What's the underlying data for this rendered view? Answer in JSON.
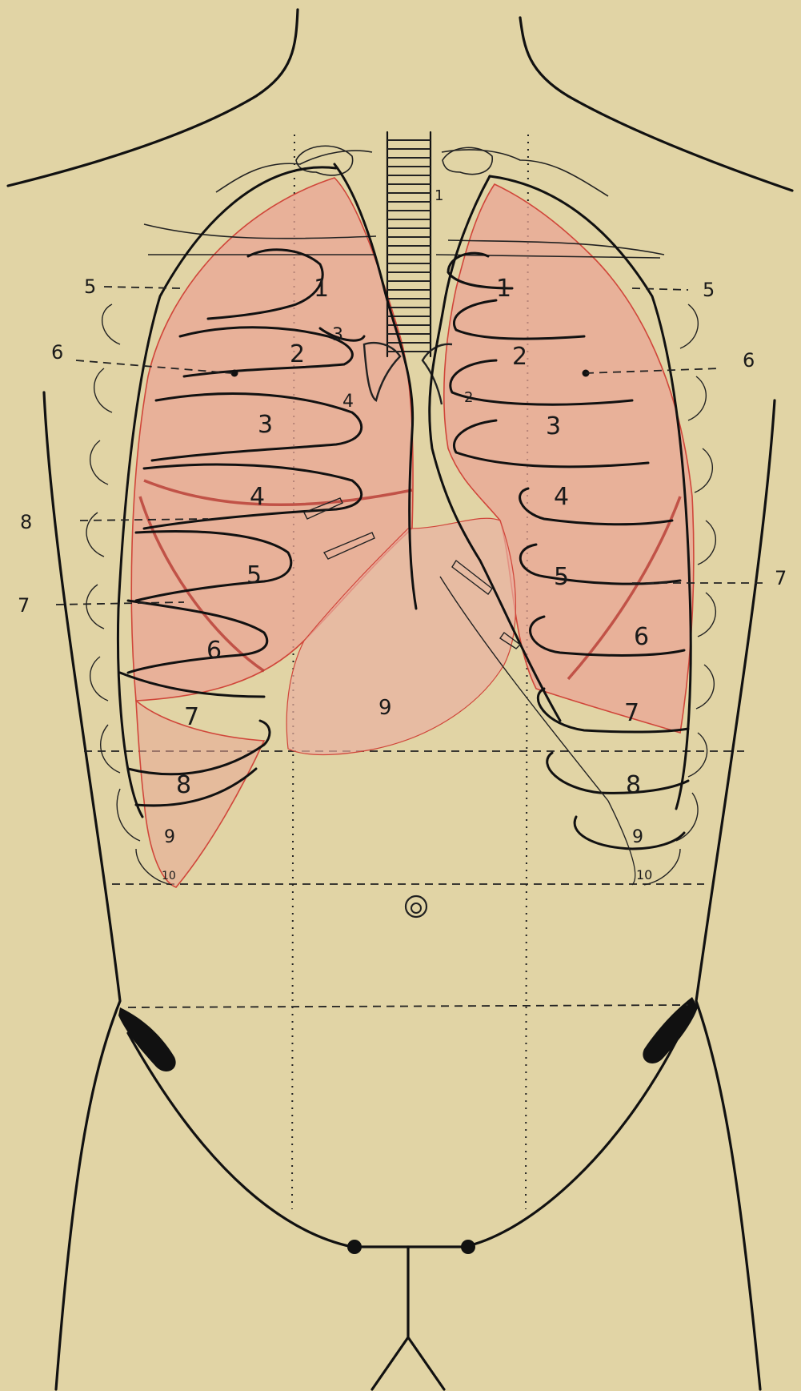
{
  "figure": {
    "colors": {
      "background": "#e1d4a5",
      "lung_fill": "#e9a596",
      "lung_stroke": "#d0463a",
      "ink": "#111111"
    },
    "left_rib_numbers": [
      "1",
      "2",
      "3",
      "4",
      "5",
      "6",
      "7",
      "8",
      "9",
      "10"
    ],
    "right_rib_numbers": [
      "1",
      "2",
      "3",
      "4",
      "5",
      "6",
      "7",
      "8",
      "9",
      "10"
    ],
    "costal_cartilage_left": [
      "3",
      "4"
    ],
    "costal_cartilage_right": [
      "2"
    ],
    "right_side_labels": [
      "5",
      "6",
      "8",
      "7"
    ],
    "left_side_labels": [
      "5",
      "6",
      "7"
    ],
    "trachea_label": "1",
    "central_label": "9"
  }
}
